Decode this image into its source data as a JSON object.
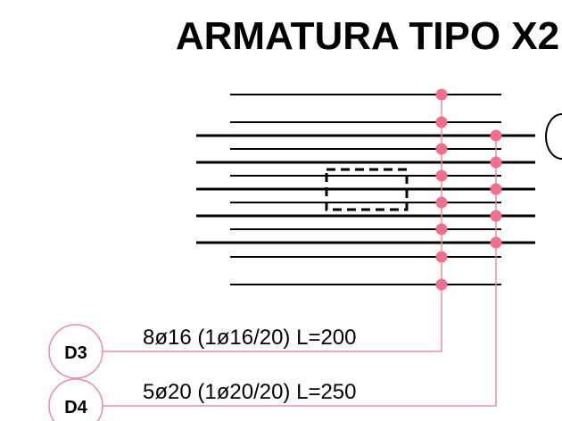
{
  "title": "ARMATURA TIPO X2",
  "bars": [
    {
      "tag": "D3",
      "label": "8ø16 (1ø16/20) L=200"
    },
    {
      "tag": "D4",
      "label": "5ø20 (1ø20/20) L=250"
    }
  ],
  "colors": {
    "line": "#000000",
    "bar_dot": "#f0708c",
    "leader": "#f08aa0"
  }
}
